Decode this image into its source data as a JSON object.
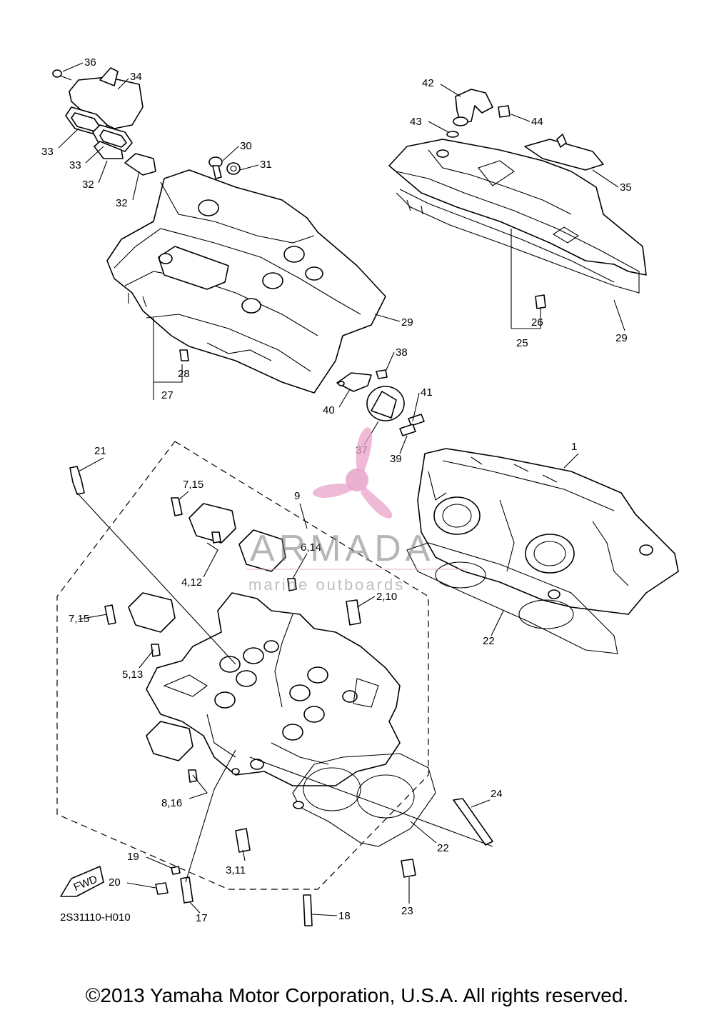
{
  "labels": [
    "36",
    "34",
    "33",
    "33",
    "32",
    "32",
    "30",
    "31",
    "29",
    "28",
    "27",
    "42",
    "43",
    "44",
    "35",
    "26",
    "29",
    "25",
    "38",
    "40",
    "41",
    "37",
    "39",
    "21",
    "7,15",
    "9",
    "1",
    "4,12",
    "6,14",
    "2,10",
    "7,15",
    "5,13",
    "22",
    "8,16",
    "24",
    "22",
    "19",
    "3,11",
    "20",
    "17",
    "18",
    "23"
  ],
  "diagram_code": "2S31110-H010",
  "fwd_label": "FWD",
  "watermark": {
    "brand": "ARMADA",
    "tagline": "marine outboards",
    "color": "#e8a3c8"
  },
  "copyright": "©2013 Yamaha Motor Corporation, U.S.A. All rights reserved."
}
